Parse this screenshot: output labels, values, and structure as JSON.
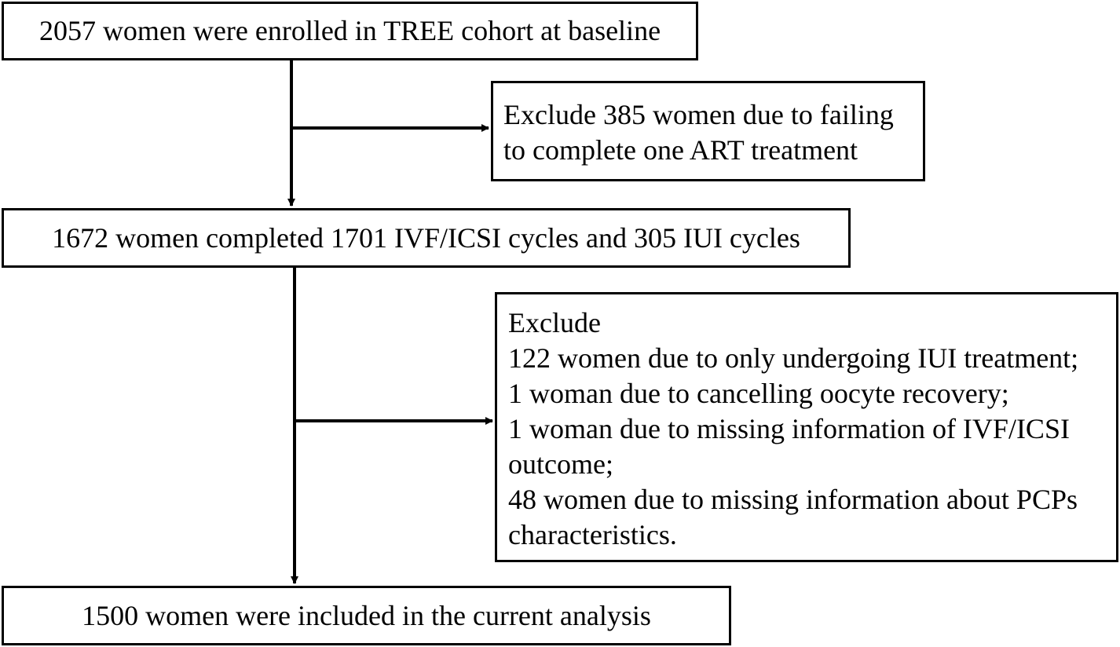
{
  "flowchart": {
    "enrolled": "2057 women were enrolled in TREE cohort at baseline",
    "exclude_first": {
      "lines": [
        "Exclude 385 women due to failing",
        "to complete one ART treatment"
      ]
    },
    "completed": "1672 women completed 1701 IVF/ICSI cycles and 305 IUI cycles",
    "exclude_second": {
      "lines": [
        "Exclude",
        "122 women due to only undergoing IUI treatment;",
        "1 woman due to cancelling oocyte recovery;",
        "1 woman due to missing information of IVF/ICSI",
        "outcome;",
        "48 women due to missing information about PCPs",
        "characteristics."
      ]
    },
    "included": "1500 women were included in the current analysis"
  },
  "colors": {
    "line": "#000000",
    "background": "#ffffff"
  }
}
